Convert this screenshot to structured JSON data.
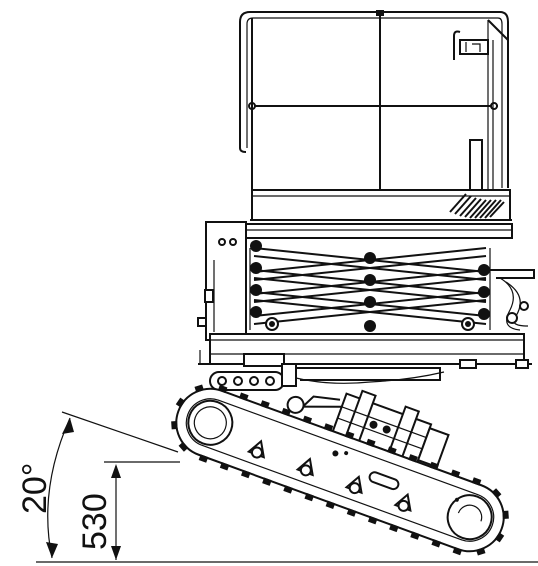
{
  "diagram": {
    "angle_label": "20°",
    "height_label": "530",
    "tilt_angle_deg": 20,
    "track_links": 34
  }
}
